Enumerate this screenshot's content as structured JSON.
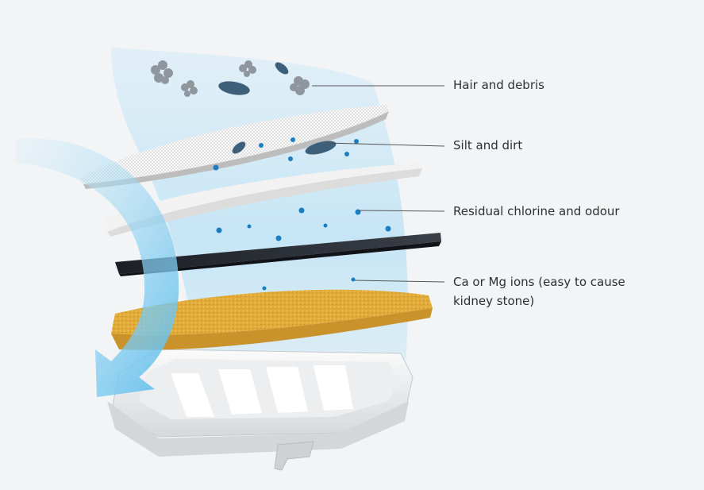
{
  "callouts": [
    {
      "id": "hair",
      "label": "Hair and debris"
    },
    {
      "id": "silt",
      "label": "Silt and dirt"
    },
    {
      "id": "chlorine",
      "label": "Residual chlorine and odour"
    },
    {
      "id": "ions",
      "line1": "Ca or Mg ions (easy to cause",
      "line2": "kidney stone)"
    }
  ],
  "colors": {
    "background": "#f3f4f6",
    "water_flow": "#bfe3f6",
    "arrow": "#6cc3ee",
    "particle": "#1a7fc0",
    "carbon_layer": "#2a2e36",
    "resin_layer": "#e3ae3c",
    "mesh_layer": "#d9d9d9",
    "fiber_layer": "#eeeeee",
    "callout_line": "#555555"
  }
}
